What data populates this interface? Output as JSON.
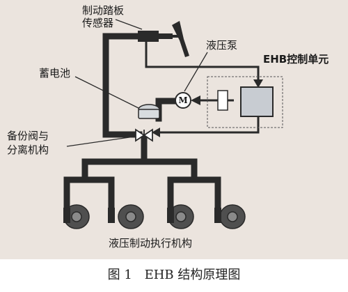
{
  "labels": {
    "pedal_sensor_line1": "制动踏板",
    "pedal_sensor_line2": "传感器",
    "pump": "液压泵",
    "ecu": "EHB控制单元",
    "accumulator": "蓄电池",
    "backup_valve_line1": "备份阀与",
    "backup_valve_line2": "分离机构",
    "actuator": "液压制动执行机构",
    "motor_symbol": "M"
  },
  "caption": {
    "figure_number": "图 1",
    "title": "EHB 结构原理图"
  },
  "colors": {
    "background": "#ebe4de",
    "pipe": "#2a2a2a",
    "ecu_box": "#c8ccd2",
    "wheel": "#4f4f4f"
  }
}
